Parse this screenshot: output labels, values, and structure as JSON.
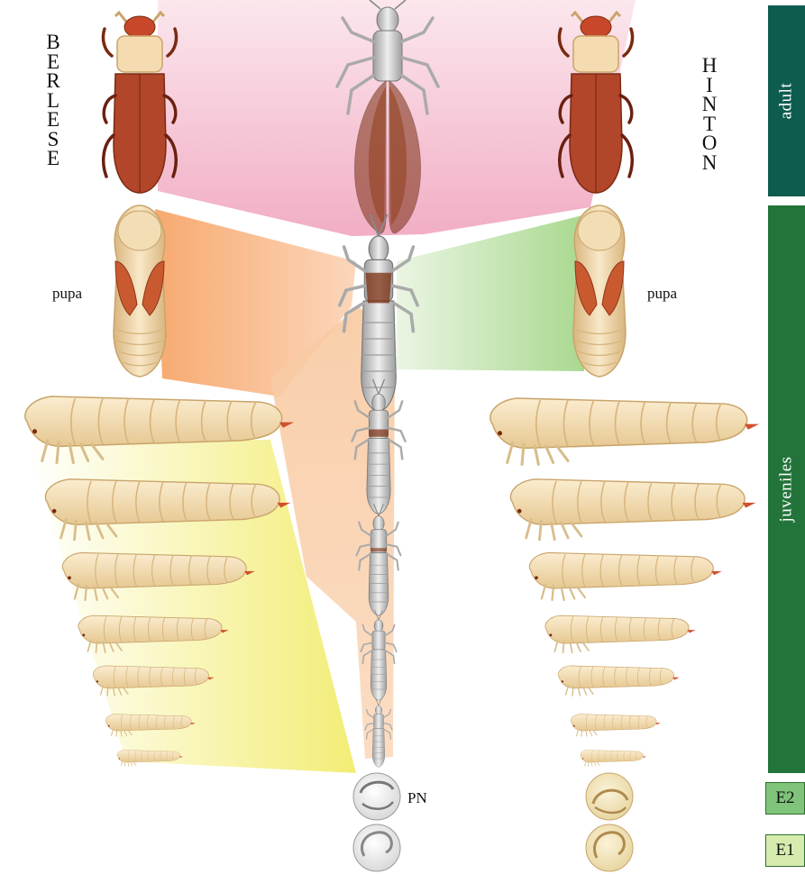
{
  "left_title": "BERLESE",
  "right_title": "HINTON",
  "labels": {
    "pupa_left": "pupa",
    "pupa_right": "pupa",
    "pn": "PN"
  },
  "stages": {
    "adult": "adult",
    "juveniles": "juveniles",
    "e2": "E2",
    "e1": "E1"
  },
  "colors": {
    "adult_bar": "#0d5c4e",
    "juvenile_bar": "#22743a",
    "e2_box": "#7fc47a",
    "e1_box": "#d6ecae",
    "adult_band": "#f0aec4",
    "pupa_band_left": "#f7a96a",
    "pupa_band_right": "#a9d98c",
    "larva_band": "#f4ef7e",
    "beetle_body": "#b2462a",
    "larva_body": "#f1dcb0",
    "silverfish_body": "#c8c8c8"
  },
  "icons": [
    "beetle-adult-icon",
    "winged-insect-icon",
    "pupa-icon",
    "larva-icon",
    "nymph-icon",
    "egg-icon"
  ]
}
